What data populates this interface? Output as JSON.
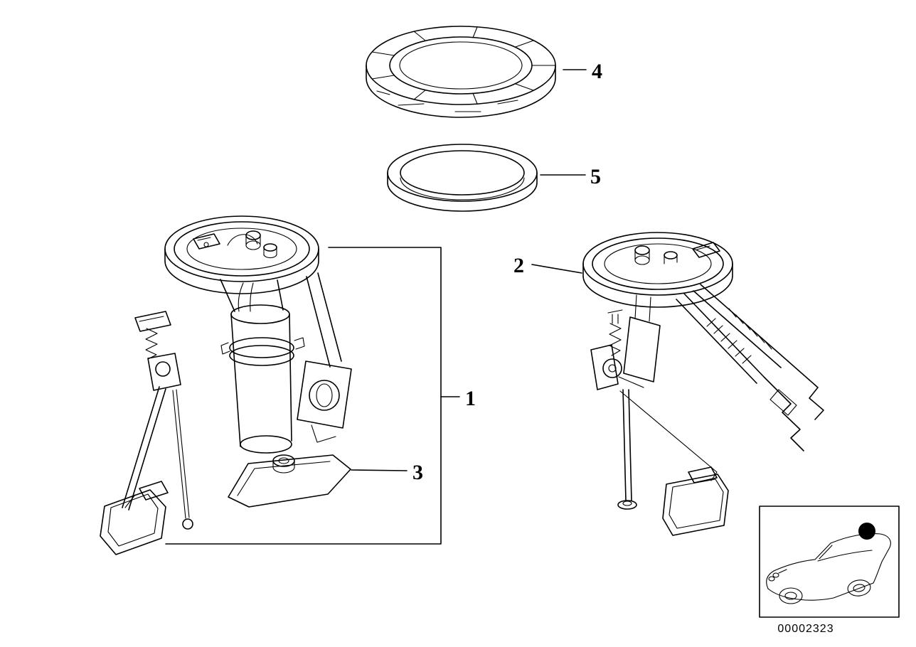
{
  "page": {
    "background_color": "#ffffff",
    "line_color": "#000000"
  },
  "callouts": {
    "part1": {
      "label": "1"
    },
    "part2": {
      "label": "2"
    },
    "part3": {
      "label": "3"
    },
    "part4": {
      "label": "4"
    },
    "part5": {
      "label": "5"
    }
  },
  "footer": {
    "diagram_number": "00002323"
  }
}
